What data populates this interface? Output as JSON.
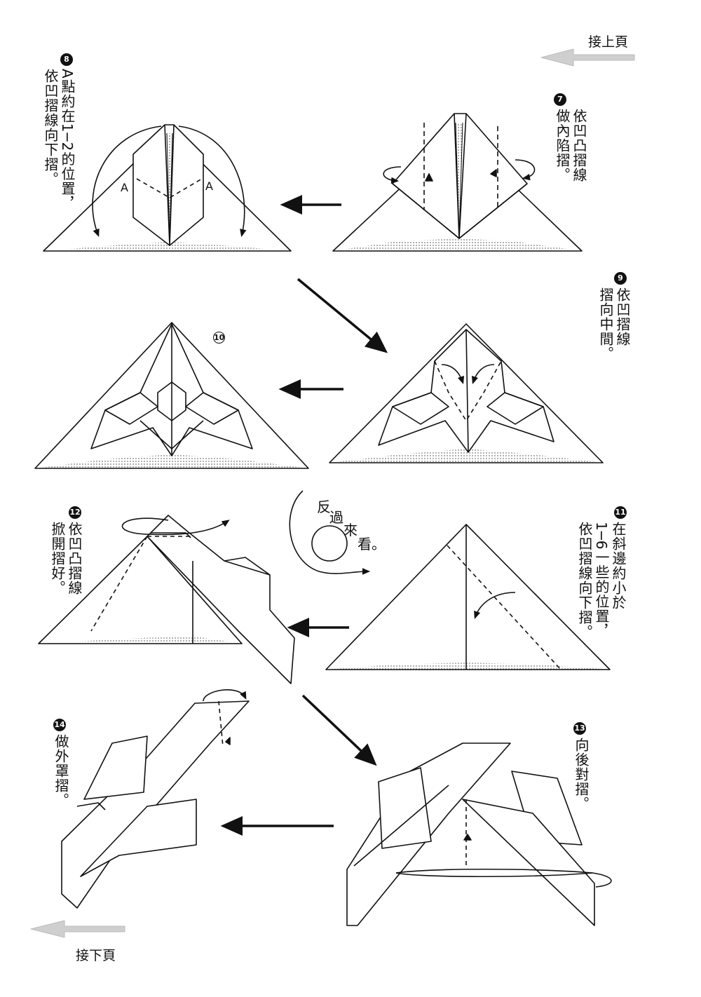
{
  "nav": {
    "continued_from": "接上頁",
    "continued_to": "接下頁"
  },
  "steps": [
    {
      "id": "7",
      "lines": [
        "依凹凸摺線",
        "做內陷摺。"
      ]
    },
    {
      "id": "8",
      "lines": [
        "A點約在1─2的位置，",
        "依凹摺線向下摺。"
      ]
    },
    {
      "id": "9",
      "lines": [
        "依凹摺線",
        "摺向中間。"
      ]
    },
    {
      "id": "10",
      "lines": []
    },
    {
      "id": "11",
      "lines": [
        "在斜邊約小於",
        "1─6一些的位置，",
        "依凹摺線向下摺。"
      ]
    },
    {
      "id": "12",
      "lines": [
        "依凹凸摺線",
        "掀開摺好。"
      ]
    },
    {
      "id": "13",
      "lines": [
        "向後對摺。"
      ]
    },
    {
      "id": "14",
      "lines": [
        "做外罩摺。"
      ]
    }
  ],
  "flip_label": [
    "反",
    "過",
    "來",
    "看。"
  ],
  "point_label": "A"
}
